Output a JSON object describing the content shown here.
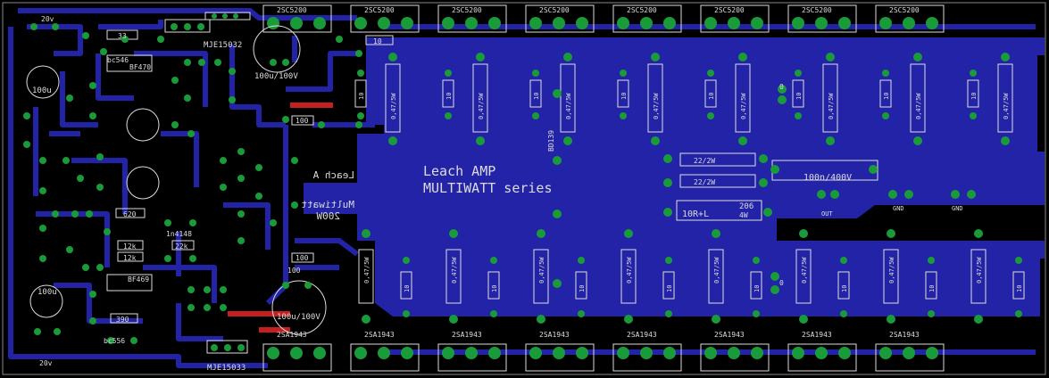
{
  "board": {
    "title_line1": "Leach AMP",
    "title_line2": "MULTIWATT series",
    "mirror_line1": "Leach A",
    "mirror_line2": "Multiwatt",
    "mirror_line3": "200W"
  },
  "colors": {
    "background": "#000000",
    "copper": "#2323a8",
    "outline": "#8a8a8a",
    "pad": "#1a9b3a",
    "silk": "#dcdcdc",
    "jumper": "#c42020"
  },
  "npn_label": "2SC5200",
  "pnp_label": "2SA1943",
  "emitter_res_label": "0,47/5W",
  "base_res_label": "10",
  "labels": {
    "driver_top": "MJE15032",
    "driver_bottom": "MJE15033",
    "cap_top": "100u/100V",
    "cap_bottom": "100u/100V",
    "cap_out": "100n/400V",
    "res_out": "10R+L",
    "res_206": "206",
    "res_206_w": "4W",
    "res_22_a": "22/2W",
    "res_22_b": "22/2W",
    "r100_a": "100",
    "r100_b": "100",
    "r100_c": "100",
    "r10_top": "10",
    "v20_top": "20v",
    "v20_bottom": "20v",
    "cap100u_left": "100u",
    "cap100u_left_b": "100u",
    "r33": "33",
    "r12_a": "12k",
    "r12_b": "12k",
    "r22k": "22k",
    "r620": "620",
    "r390": "390",
    "bf470": "BF470",
    "bf469": "BF469",
    "bc556": "bc556",
    "bc546": "bc546",
    "d1n4148": "1n4148",
    "bd139": "BD139",
    "pad_out": "OUT",
    "pad_gnd1": "GND",
    "pad_gnd2": "GND",
    "zero_a": "0",
    "zero_b": "0"
  }
}
